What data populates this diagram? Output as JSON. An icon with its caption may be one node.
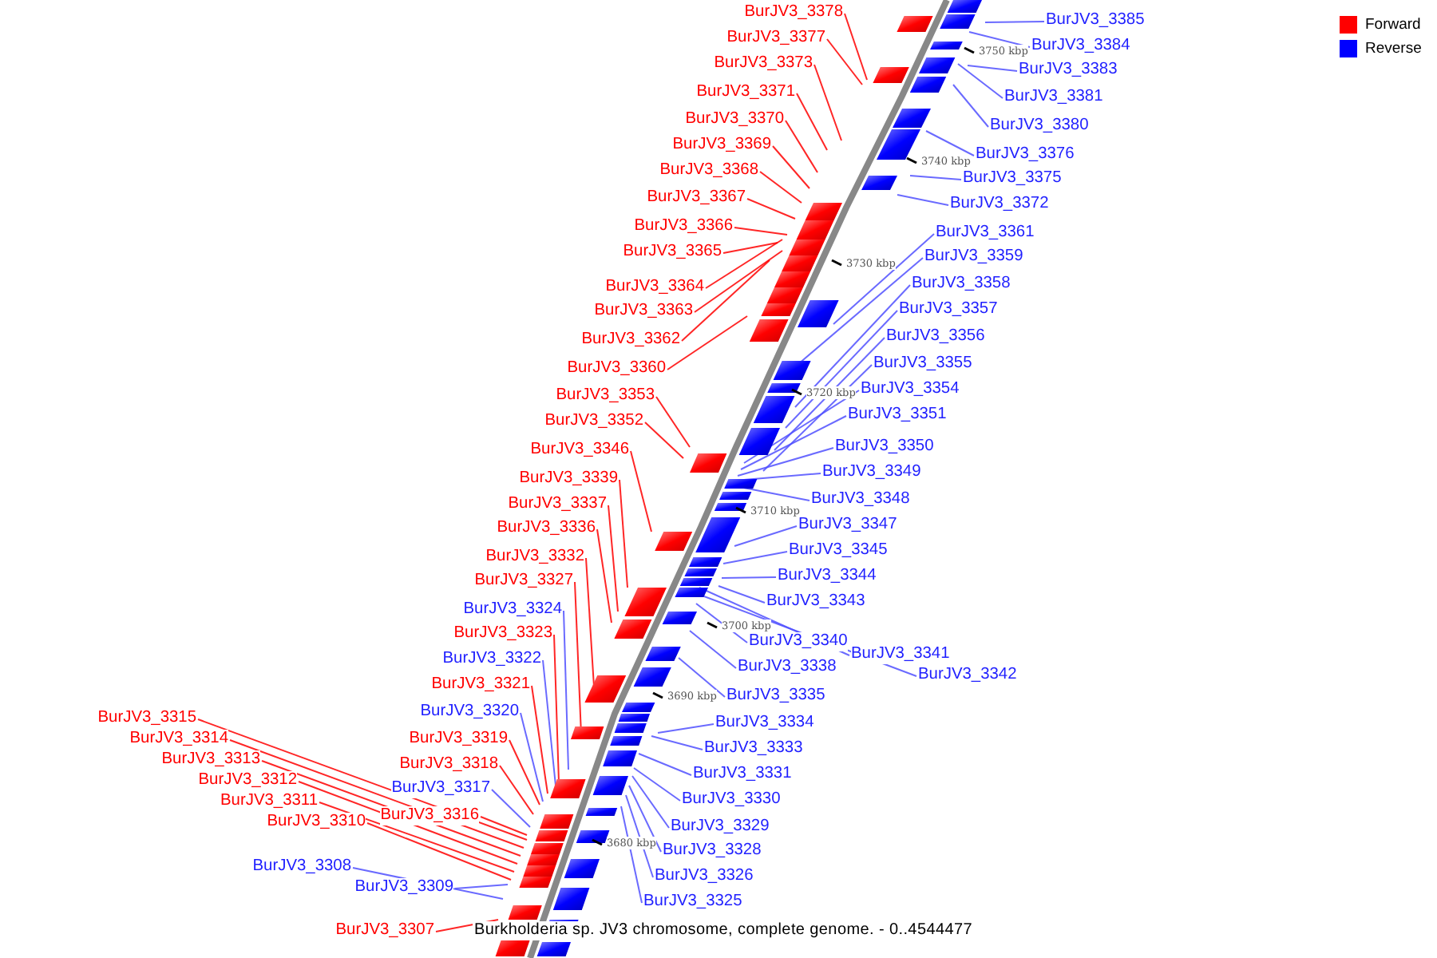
{
  "diagram": {
    "caption": "Burkholderia sp. JV3 chromosome, complete genome. - 0..4544477",
    "nodes": [
      {
        "text": [
          "BurJV3_3378"
        ]
      },
      {
        "text": [
          "BurJV3_3385"
        ]
      },
      {
        "text": [
          "BurJV3_3377"
        ]
      },
      {
        "text": [
          "BurJV3_3384"
        ]
      },
      {
        "text": [
          "BurJV3_3373"
        ]
      },
      {
        "text": [
          "BurJV3_3383"
        ]
      },
      {
        "text": [
          "BurJV3_3371"
        ]
      },
      {
        "text": [
          "BurJV3_3381"
        ]
      },
      {
        "text": [
          "BurJV3_3370"
        ]
      },
      {
        "text": [
          "BurJV3_3380"
        ]
      },
      {
        "text": [
          "BurJV3_3369"
        ]
      },
      {
        "text": [
          "BurJV3_3376"
        ]
      },
      {
        "text": [
          "BurJV3_3368"
        ]
      },
      {
        "text": [
          "BurJV3_3375"
        ]
      },
      {
        "text": [
          "BurJV3_3367"
        ]
      },
      {
        "text": [
          "BurJV3_3372"
        ]
      },
      {
        "text": [
          "BurJV3_3366"
        ]
      },
      {
        "text": [
          "BurJV3_3361"
        ]
      },
      {
        "text": [
          "BurJV3_3365"
        ]
      },
      {
        "text": [
          "BurJV3_3359"
        ]
      },
      {
        "text": [
          "BurJV3_3358"
        ]
      },
      {
        "text": [
          "BurJV3_3364"
        ]
      },
      {
        "text": [
          "BurJV3_3357"
        ]
      },
      {
        "text": [
          "BurJV3_3363"
        ]
      },
      {
        "text": [
          "BurJV3_3356"
        ]
      },
      {
        "text": [
          "BurJV3_3362"
        ]
      },
      {
        "text": [
          "BurJV3_3355"
        ]
      },
      {
        "text": [
          "BurJV3_3360"
        ]
      },
      {
        "text": [
          "BurJV3_3354"
        ]
      },
      {
        "text": [
          "BurJV3_3353"
        ]
      },
      {
        "text": [
          "BurJV3_3351"
        ]
      },
      {
        "text": [
          "BurJV3_3352"
        ]
      },
      {
        "text": [
          "BurJV3_3350"
        ]
      },
      {
        "text": [
          "BurJV3_3346"
        ]
      },
      {
        "text": [
          "BurJV3_3349"
        ]
      },
      {
        "text": [
          "BurJV3_3339"
        ]
      },
      {
        "text": [
          "BurJV3_3348"
        ]
      },
      {
        "text": [
          "BurJV3_3337"
        ]
      },
      {
        "text": [
          "BurJV3_3347"
        ]
      },
      {
        "text": [
          "BurJV3_3336"
        ]
      },
      {
        "text": [
          "BurJV3_3345"
        ]
      },
      {
        "text": [
          "BurJV3_3332"
        ]
      },
      {
        "text": [
          "BurJV3_3344"
        ]
      },
      {
        "text": [
          "BurJV3_3327"
        ]
      },
      {
        "text": [
          "BurJV3_3343"
        ]
      },
      {
        "text": [
          "BurJV3_3324"
        ]
      },
      {
        "text": [
          "BurJV3_3323"
        ]
      },
      {
        "text": [
          "BurJV3_3340"
        ]
      },
      {
        "text": [
          "BurJV3_3341"
        ]
      },
      {
        "text": [
          "BurJV3_3322"
        ]
      },
      {
        "text": [
          "BurJV3_3338"
        ]
      },
      {
        "text": [
          "BurJV3_3342"
        ]
      },
      {
        "text": [
          "BurJV3_3321"
        ]
      },
      {
        "text": [
          "BurJV3_3335"
        ]
      },
      {
        "text": [
          "BurJV3_3320"
        ]
      },
      {
        "text": [
          "BurJV3_3315"
        ]
      },
      {
        "text": [
          "BurJV3_3334"
        ]
      },
      {
        "text": [
          "BurJV3_3314"
        ]
      },
      {
        "text": [
          "BurJV3_3319"
        ]
      },
      {
        "text": [
          "BurJV3_3333"
        ]
      },
      {
        "text": [
          "BurJV3_3313"
        ]
      },
      {
        "text": [
          "BurJV3_3318"
        ]
      },
      {
        "text": [
          "BurJV3_3331"
        ]
      },
      {
        "text": [
          "BurJV3_3312"
        ]
      },
      {
        "text": [
          "BurJV3_3317"
        ]
      },
      {
        "text": [
          "BurJV3_3330"
        ]
      },
      {
        "text": [
          "BurJV3_3311"
        ]
      },
      {
        "text": [
          "BurJV3_3316"
        ]
      },
      {
        "text": [
          "BurJV3_3310"
        ]
      },
      {
        "text": [
          "BurJV3_3329"
        ]
      },
      {
        "text": [
          "BurJV3_3328"
        ]
      },
      {
        "text": [
          "BurJV3_3308"
        ]
      },
      {
        "text": [
          "BurJV3_3326"
        ]
      },
      {
        "text": [
          "BurJV3_3309"
        ]
      },
      {
        "text": [
          "BurJV3_3325"
        ]
      },
      {
        "text": [
          "BurJV3_3307"
        ]
      }
    ],
    "edges": [
      {
        "from": 0,
        "to": null,
        "arrow": "none",
        "color": "#ff0000"
      },
      {
        "from": 1,
        "to": null,
        "arrow": "none"
      },
      {
        "from": 2,
        "to": null,
        "arrow": "none",
        "color": "#ff0000"
      },
      {
        "from": 3,
        "to": null,
        "arrow": "none"
      },
      {
        "from": 4,
        "to": null,
        "arrow": "none",
        "color": "#ff0000"
      },
      {
        "from": 5,
        "to": null,
        "arrow": "none"
      },
      {
        "from": 6,
        "to": null,
        "arrow": "none",
        "color": "#ff0000"
      },
      {
        "from": 7,
        "to": null,
        "arrow": "none"
      },
      {
        "from": 8,
        "to": null,
        "arrow": "none",
        "color": "#ff0000"
      },
      {
        "from": 9,
        "to": null,
        "arrow": "none"
      },
      {
        "from": 10,
        "to": null,
        "arrow": "none",
        "color": "#ff0000"
      },
      {
        "from": 11,
        "to": null,
        "arrow": "none"
      },
      {
        "from": 12,
        "to": null,
        "arrow": "none",
        "color": "#ff0000"
      },
      {
        "from": 13,
        "to": null,
        "arrow": "none"
      },
      {
        "from": 14,
        "to": null,
        "arrow": "none",
        "color": "#ff0000"
      },
      {
        "from": 15,
        "to": null,
        "arrow": "none"
      },
      {
        "from": 16,
        "to": null,
        "arrow": "none",
        "color": "#ff0000"
      },
      {
        "from": 17,
        "to": null,
        "arrow": "none"
      },
      {
        "from": 18,
        "to": null,
        "arrow": "none",
        "color": "#ff0000"
      },
      {
        "from": 19,
        "to": null,
        "arrow": "none"
      },
      {
        "from": 20,
        "to": null,
        "arrow": "none"
      },
      {
        "from": 21,
        "to": null,
        "arrow": "none",
        "color": "#ff0000"
      },
      {
        "from": 22,
        "to": null,
        "arrow": "none"
      },
      {
        "from": 23,
        "to": null,
        "arrow": "none",
        "color": "#ff0000"
      },
      {
        "from": 24,
        "to": null,
        "arrow": "none"
      },
      {
        "from": 25,
        "to": null,
        "arrow": "none",
        "color": "#ff0000"
      },
      {
        "from": 26,
        "to": null,
        "arrow": "none"
      },
      {
        "from": 27,
        "to": null,
        "arrow": "none",
        "color": "#ff0000"
      },
      {
        "from": 28,
        "to": null,
        "arrow": "none"
      },
      {
        "from": 29,
        "to": null,
        "arrow": "none",
        "color": "#ff0000"
      },
      {
        "from": 30,
        "to": null,
        "arrow": "none"
      },
      {
        "from": 31,
        "to": null,
        "arrow": "none",
        "color": "#ff0000"
      },
      {
        "from": 32,
        "to": null,
        "arrow": "none"
      },
      {
        "from": 33,
        "to": null,
        "arrow": "none",
        "color": "#ff0000"
      },
      {
        "from": 34,
        "to": null,
        "arrow": "none"
      },
      {
        "from": 35,
        "to": null,
        "arrow": "none",
        "color": "#ff0000"
      },
      {
        "from": 36,
        "to": null,
        "arrow": "none"
      },
      {
        "from": 37,
        "to": null,
        "arrow": "none",
        "color": "#ff0000"
      },
      {
        "from": 38,
        "to": null,
        "arrow": "none"
      },
      {
        "from": 39,
        "to": null,
        "arrow": "none",
        "color": "#ff0000"
      },
      {
        "from": 40,
        "to": null,
        "arrow": "none"
      },
      {
        "from": 41,
        "to": null,
        "arrow": "none",
        "color": "#ff0000"
      },
      {
        "from": 42,
        "to": null,
        "arrow": "none"
      },
      {
        "from": 43,
        "to": null,
        "arrow": "none",
        "color": "#ff0000"
      },
      {
        "from": 44,
        "to": null,
        "arrow": "none"
      },
      {
        "from": 45,
        "to": null,
        "arrow": "none"
      },
      {
        "from": 46,
        "to": null,
        "arrow": "none",
        "color": "#ff0000"
      },
      {
        "from": 47,
        "to": null,
        "arrow": "none"
      },
      {
        "from": 48,
        "to": null,
        "arrow": "none"
      },
      {
        "from": 49,
        "to": null,
        "arrow": "none"
      },
      {
        "from": 50,
        "to": null,
        "arrow": "none"
      },
      {
        "from": 51,
        "to": null,
        "arrow": "none"
      },
      {
        "from": 52,
        "to": null,
        "arrow": "none",
        "color": "#ff0000"
      },
      {
        "from": 53,
        "to": null,
        "arrow": "none"
      },
      {
        "from": 54,
        "to": null,
        "arrow": "none"
      },
      {
        "from": 55,
        "to": null,
        "arrow": "none",
        "color": "#ff0000"
      },
      {
        "from": 56,
        "to": null,
        "arrow": "none"
      },
      {
        "from": 57,
        "to": null,
        "arrow": "none",
        "color": "#ff0000"
      },
      {
        "from": 58,
        "to": null,
        "arrow": "none",
        "color": "#ff0000"
      },
      {
        "from": 59,
        "to": null,
        "arrow": "none"
      },
      {
        "from": 60,
        "to": null,
        "arrow": "none",
        "color": "#ff0000"
      },
      {
        "from": 61,
        "to": null,
        "arrow": "none",
        "color": "#ff0000"
      },
      {
        "from": 62,
        "to": null,
        "arrow": "none"
      },
      {
        "from": 63,
        "to": null,
        "arrow": "none",
        "color": "#ff0000"
      },
      {
        "from": 64,
        "to": null,
        "arrow": "none"
      },
      {
        "from": 65,
        "to": null,
        "arrow": "none"
      },
      {
        "from": 66,
        "to": null,
        "arrow": "none",
        "color": "#ff0000"
      },
      {
        "from": 67,
        "to": null,
        "arrow": "none",
        "color": "#ff0000"
      },
      {
        "from": 68,
        "to": null,
        "arrow": "none",
        "color": "#ff0000"
      },
      {
        "from": 69,
        "to": null,
        "arrow": "none"
      },
      {
        "from": 70,
        "to": null,
        "arrow": "none"
      },
      {
        "from": 71,
        "to": null,
        "arrow": "none"
      },
      {
        "from": 72,
        "to": null,
        "arrow": "none"
      },
      {
        "from": 73,
        "to": null,
        "arrow": "none"
      },
      {
        "from": 74,
        "to": null,
        "arrow": "none"
      },
      {
        "from": 75,
        "to": null,
        "arrow": "none",
        "color": "#ff0000"
      }
    ],
    "labels": [
      "3750 kbp",
      "3740 kbp",
      "3730 kbp",
      "3720 kbp",
      "3710 kbp",
      "3700 kbp",
      "3690 kbp",
      "3680 kbp"
    ],
    "legend": [
      {
        "text": "Forward",
        "color": "#ff0000"
      },
      {
        "text": "Reverse",
        "color": "#0000ff"
      }
    ]
  }
}
